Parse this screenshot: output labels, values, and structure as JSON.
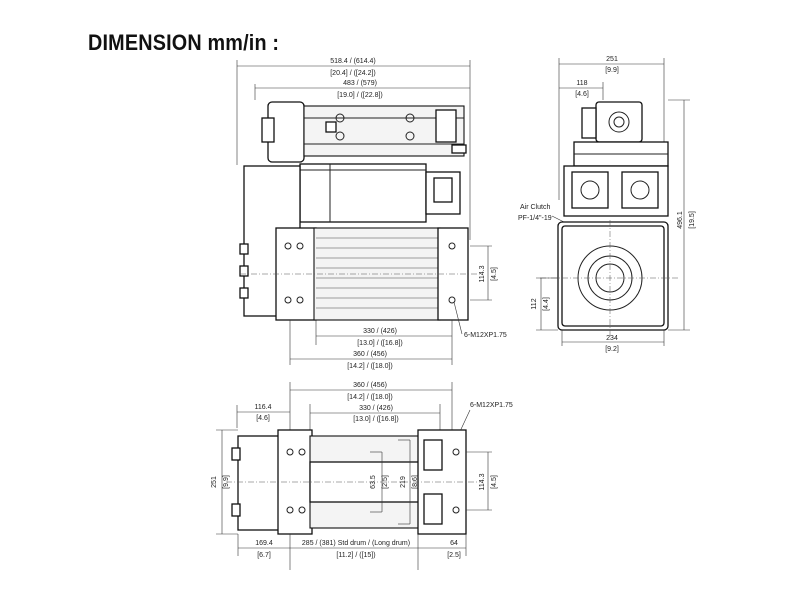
{
  "title": "DIMENSION mm/in :",
  "front_view": {
    "overall_width": "518.4 / (614.4)",
    "overall_width_in": "[20.4] / ([24.2])",
    "motor_width": "483 / (579)",
    "motor_width_in": "[19.0] / ([22.8])",
    "drum_330": "330 / (426)",
    "drum_330_in": "[13.0] / ([16.8])",
    "drum_360": "360 / (456)",
    "drum_360_in": "[14.2] / ([18.0])",
    "bolt": "6-M12XP1.75",
    "height_114": "114.3",
    "height_114_in": "[4.5]"
  },
  "side_view": {
    "width_251": "251",
    "width_251_in": "[9.9]",
    "offset_118": "118",
    "offset_118_in": "[4.6]",
    "air_clutch": "Air Clutch",
    "air_clutch_spec": "PF-1/4\"-19",
    "height_496": "496.1",
    "height_496_in": "[19.5]",
    "center_112": "112",
    "center_112_in": "[4.4]",
    "base_234": "234",
    "base_234_in": "[9.2]"
  },
  "top_view": {
    "drum_360": "360 / (456)",
    "drum_360_in": "[14.2] / ([18.0])",
    "drum_330": "330 / (426)",
    "drum_330_in": "[13.0] / ([16.8])",
    "left_116": "116.4",
    "left_116_in": "[4.6]",
    "bolt": "6-M12XP1.75",
    "height_251": "251",
    "height_251_in": "[9.9]",
    "center_63": "63.5",
    "center_63_in": "[2.5]",
    "center_219": "219",
    "center_219_in": "[8.6]",
    "right_114": "114.3",
    "right_114_in": "[4.5]",
    "bottom_169": "169.4",
    "bottom_169_in": "[6.7]",
    "drum_285": "285 / (381) Std drum / (Long drum)",
    "drum_285_in": "[11.2] / ([15])",
    "bottom_64": "64",
    "bottom_64_in": "[2.5]"
  }
}
